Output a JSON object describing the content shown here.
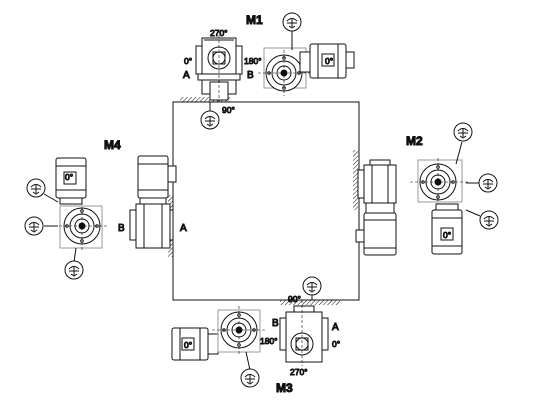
{
  "positions": {
    "m1": "M1",
    "m2": "M2",
    "m3": "M3",
    "m4": "M4"
  },
  "angles": {
    "a0": "0°",
    "a90": "90°",
    "a180": "180°",
    "a270": "270°",
    "motor0": "0°"
  },
  "sides": {
    "a": "A",
    "b": "B"
  },
  "vent_icons": [
    "vent-plug-icon",
    "oil-level-icon",
    "drain-plug-icon"
  ]
}
